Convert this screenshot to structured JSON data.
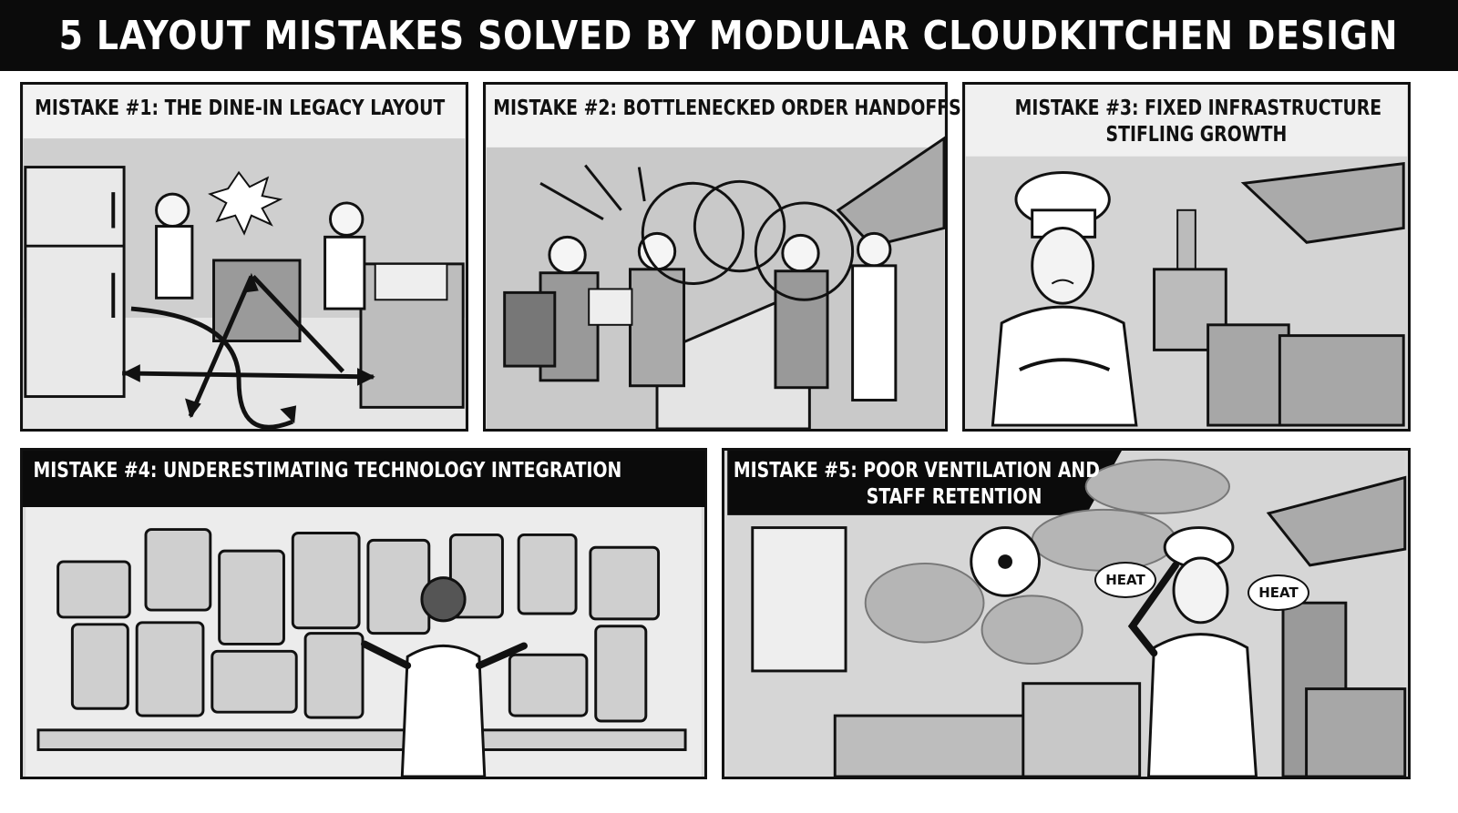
{
  "title": "5 LAYOUT MISTAKES SOLVED BY MODULAR CLOUDKITCHEN DESIGN",
  "panels": [
    {
      "caption": "MISTAKE #1: THE DINE-IN LEGACY LAYOUT"
    },
    {
      "caption": "MISTAKE #2: BOTTLENECKED ORDER HANDOFFS"
    },
    {
      "caption_line1": "MISTAKE #3: FIXED INFRASTRUCTURE",
      "caption_line2": "STIFLING GROWTH"
    },
    {
      "caption": "MISTAKE #4: UNDERESTIMATING TECHNOLOGY INTEGRATION"
    },
    {
      "caption_line1": "MISTAKE #5: POOR VENTILATION AND",
      "caption_line2": "STAFF RETENTION",
      "speech": [
        "HEAT",
        "HEAT"
      ]
    }
  ],
  "colors": {
    "ink": "#111111",
    "banner": "#0b0b0b",
    "panel_bg": "#d9d9d9"
  }
}
